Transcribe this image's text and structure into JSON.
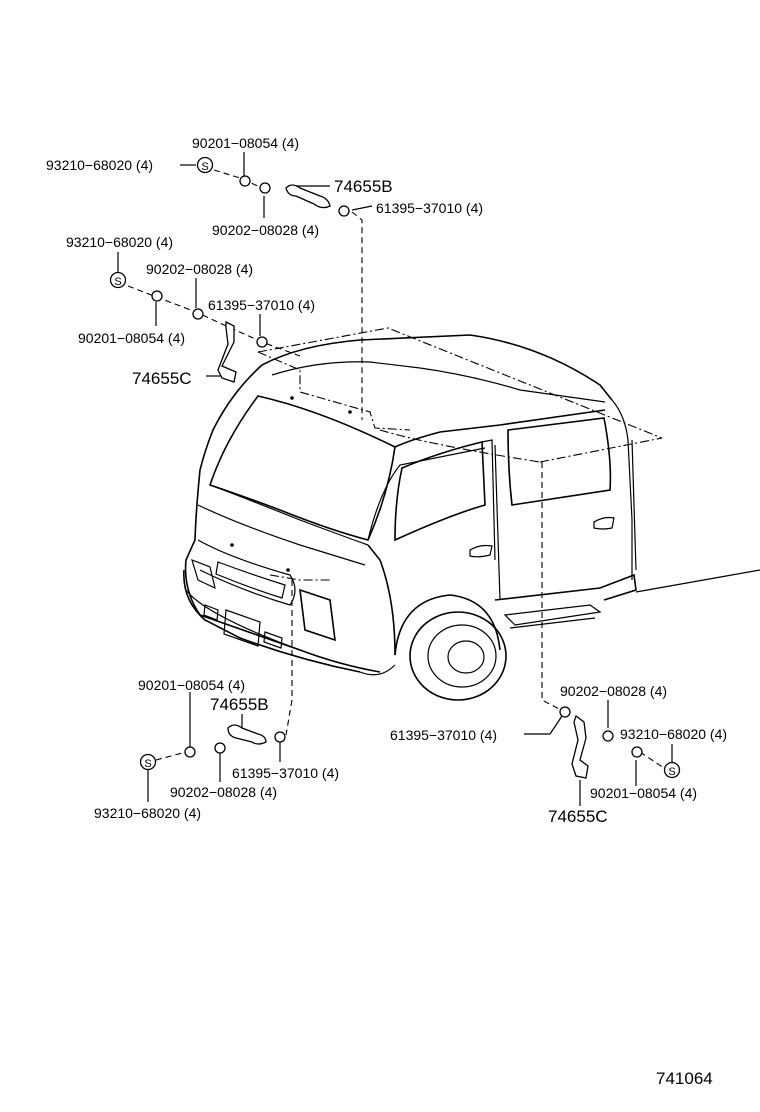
{
  "diagram_id": "741064",
  "labels": {
    "tl_90201": "90201−08054 (4)",
    "tl_93210": "93210−68020 (4)",
    "tl_74655b": "74655B",
    "tl_61395": "61395−37010 (4)",
    "tl_90202": "90202−08028 (4)",
    "ml_93210": "93210−68020 (4)",
    "ml_90202": "90202−08028 (4)",
    "ml_61395": "61395−37010 (4)",
    "ml_90201": "90201−08054 (4)",
    "ml_74655c": "74655C",
    "bl_90201": "90201−08054 (4)",
    "bl_74655b": "74655B",
    "bl_61395": "61395−37010 (4)",
    "bl_90202": "90202−08028 (4)",
    "bl_93210": "93210−68020 (4)",
    "br_90202": "90202−08028 (4)",
    "br_61395": "61395−37010 (4)",
    "br_93210": "93210−68020 (4)",
    "br_90201": "90201−08054 (4)",
    "br_74655c": "74655C"
  },
  "screw_symbol": "S",
  "icons": {
    "screw": "screw-icon",
    "nut": "nut-icon",
    "washer": "washer-icon",
    "grip": "assist-grip-icon",
    "vehicle": "van-outline"
  }
}
